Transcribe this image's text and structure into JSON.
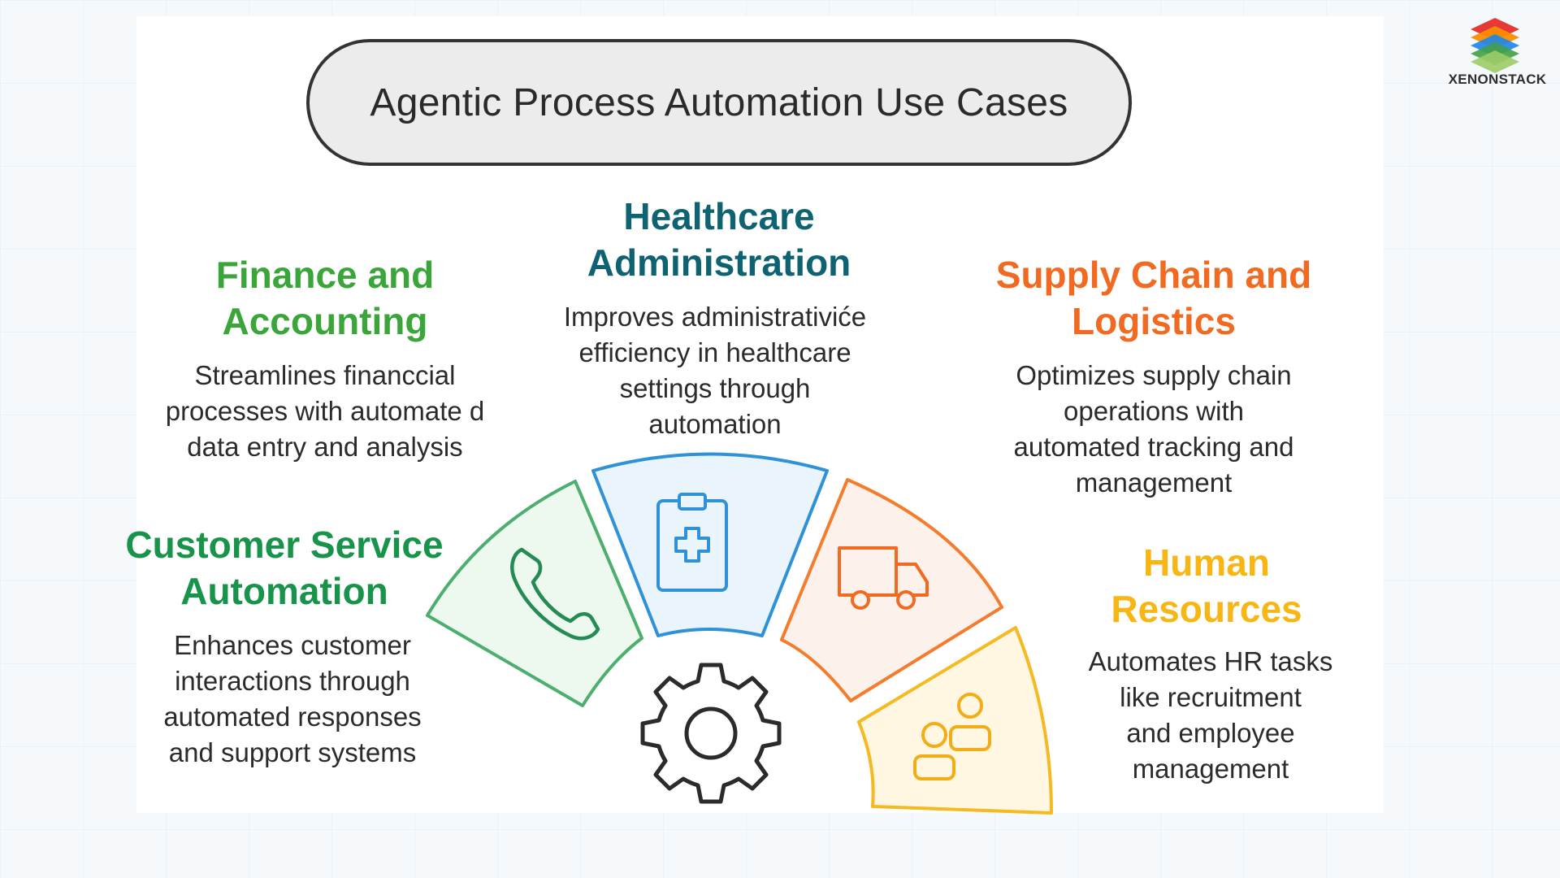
{
  "title": "Agentic Process Automation Use Cases",
  "brand": {
    "name": "XENONSTACK",
    "logo_colors": [
      "#e53935",
      "#fb8c00",
      "#1e88e5",
      "#43a047",
      "#9ccc65"
    ]
  },
  "use_cases": [
    {
      "id": "finance",
      "heading_line1": "Finance and",
      "heading_line2": "Accounting",
      "desc_lines": [
        "Streamlines financcial",
        "processes with automate d",
        "data entry and analysis"
      ],
      "color": "#3aa63a",
      "icon": "none"
    },
    {
      "id": "healthcare",
      "heading_line1": "Healthcare",
      "heading_line2": "Administration",
      "desc_lines": [
        "Improves administrativiće",
        "efficiency in healthcare",
        "settings through",
        "automation"
      ],
      "color": "#0f6272",
      "icon": "medical-clipboard-icon"
    },
    {
      "id": "supply-chain",
      "heading_line1": "Supply Chain and",
      "heading_line2": "Logistics",
      "desc_lines": [
        "Optimizes supply chain",
        "operations with",
        "automated tracking  and",
        "management"
      ],
      "color": "#f06a21",
      "icon": "delivery-truck-icon"
    },
    {
      "id": "customer-service",
      "heading_line1": "Customer Service",
      "heading_line2": "Automation",
      "desc_lines": [
        "Enhances customer",
        "interactions through",
        "automated responses",
        "and support systems"
      ],
      "color": "#17944a",
      "icon": "phone-icon"
    },
    {
      "id": "hr",
      "heading_line1": "Human",
      "heading_line2": "Resources",
      "desc_lines": [
        "Automates HR tasks",
        "like recruitment",
        "and employee",
        "management"
      ],
      "color": "#f7b614",
      "icon": "people-icon"
    }
  ],
  "center_icon": "gear-icon"
}
